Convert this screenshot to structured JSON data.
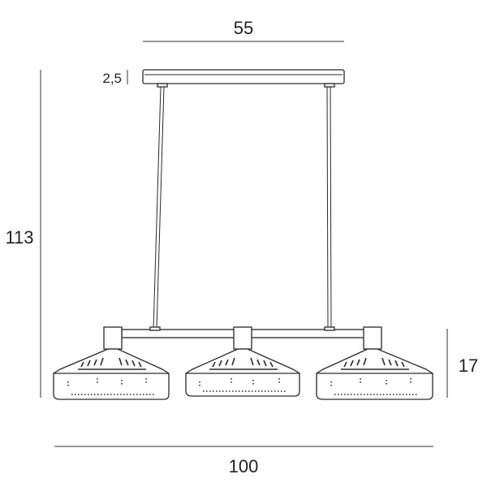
{
  "dimensions": {
    "canopy_width": "55",
    "canopy_height": "2,5",
    "total_height": "113",
    "shade_height": "17",
    "total_width": "100"
  }
}
